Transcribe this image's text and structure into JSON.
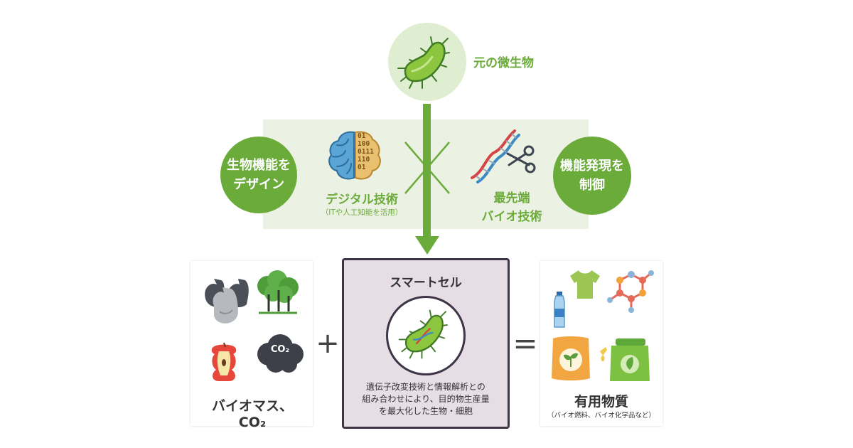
{
  "top": {
    "label": "元の微生物"
  },
  "left_circle": {
    "label": "生物機能を\nデザイン"
  },
  "right_circle": {
    "label": "機能発現を\n制御"
  },
  "digital": {
    "title": "デジタル技術",
    "subtitle": "（ITや人工知能を活用）",
    "binary": [
      "01",
      "100",
      "0111",
      "110",
      "01"
    ]
  },
  "bio": {
    "title_line1": "最先端",
    "title_line2": "バイオ技術"
  },
  "inputs": {
    "label": "バイオマス、CO₂",
    "co2": "CO₂"
  },
  "smartcell": {
    "title": "スマートセル",
    "description": [
      "遺伝子改変技術と情報解析との",
      "組み合わせにより、目的物生産量",
      "を最大化した生物・細胞"
    ]
  },
  "outputs": {
    "label": "有用物質",
    "sublabel": "（バイオ燃料、バイオ化学品など）"
  },
  "operators": {
    "plus": "+",
    "equals": "="
  },
  "colors": {
    "green": "#6aab3a",
    "light_green": "#ecf2e3",
    "box_fill": "#e6dde5",
    "box_border": "#3d3545"
  }
}
